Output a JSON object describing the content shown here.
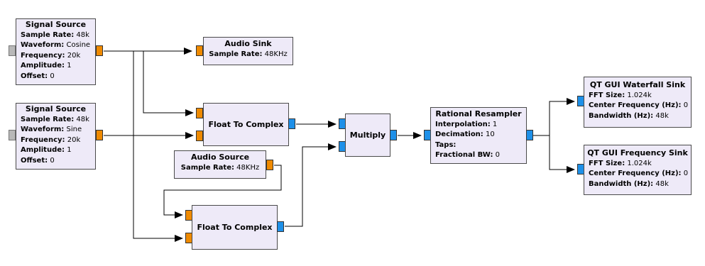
{
  "blocks": {
    "signal_source_1": {
      "title": "Signal Source",
      "sample_rate_label": "Sample Rate:",
      "sample_rate": "48k",
      "waveform_label": "Waveform:",
      "waveform": "Cosine",
      "frequency_label": "Frequency:",
      "frequency": "20k",
      "amplitude_label": "Amplitude:",
      "amplitude": "1",
      "offset_label": "Offset:",
      "offset": "0"
    },
    "signal_source_2": {
      "title": "Signal Source",
      "sample_rate_label": "Sample Rate:",
      "sample_rate": "48k",
      "waveform_label": "Waveform:",
      "waveform": "Sine",
      "frequency_label": "Frequency:",
      "frequency": "20k",
      "amplitude_label": "Amplitude:",
      "amplitude": "1",
      "offset_label": "Offset:",
      "offset": "0"
    },
    "audio_sink": {
      "title": "Audio Sink",
      "sample_rate_label": "Sample Rate:",
      "sample_rate": "48KHz"
    },
    "float_to_complex_1": {
      "title": "Float To Complex"
    },
    "audio_source": {
      "title": "Audio Source",
      "sample_rate_label": "Sample Rate:",
      "sample_rate": "48KHz"
    },
    "float_to_complex_2": {
      "title": "Float To Complex"
    },
    "multiply": {
      "title": "Multiply"
    },
    "rational_resampler": {
      "title": "Rational Resampler",
      "interpolation_label": "Interpolation:",
      "interpolation": "1",
      "decimation_label": "Decimation:",
      "decimation": "10",
      "taps_label": "Taps:",
      "taps": "",
      "fractional_bw_label": "Fractional BW:",
      "fractional_bw": "0"
    },
    "qt_waterfall_sink": {
      "title": "QT GUI Waterfall Sink",
      "fft_size_label": "FFT Size:",
      "fft_size": "1.024k",
      "center_freq_label": "Center Frequency (Hz):",
      "center_freq": "0",
      "bandwidth_label": "Bandwidth (Hz):",
      "bandwidth": "48k"
    },
    "qt_frequency_sink": {
      "title": "QT GUI Frequency Sink",
      "fft_size_label": "FFT Size:",
      "fft_size": "1.024k",
      "center_freq_label": "Center Frequency (Hz):",
      "center_freq": "0",
      "bandwidth_label": "Bandwidth (Hz):",
      "bandwidth": "48k"
    }
  },
  "colors": {
    "block_fill": "#eeeaf8",
    "port_float": "#ef8a00",
    "port_complex": "#1e90e8",
    "port_disabled": "#b8b8b8",
    "wire": "#000000"
  }
}
